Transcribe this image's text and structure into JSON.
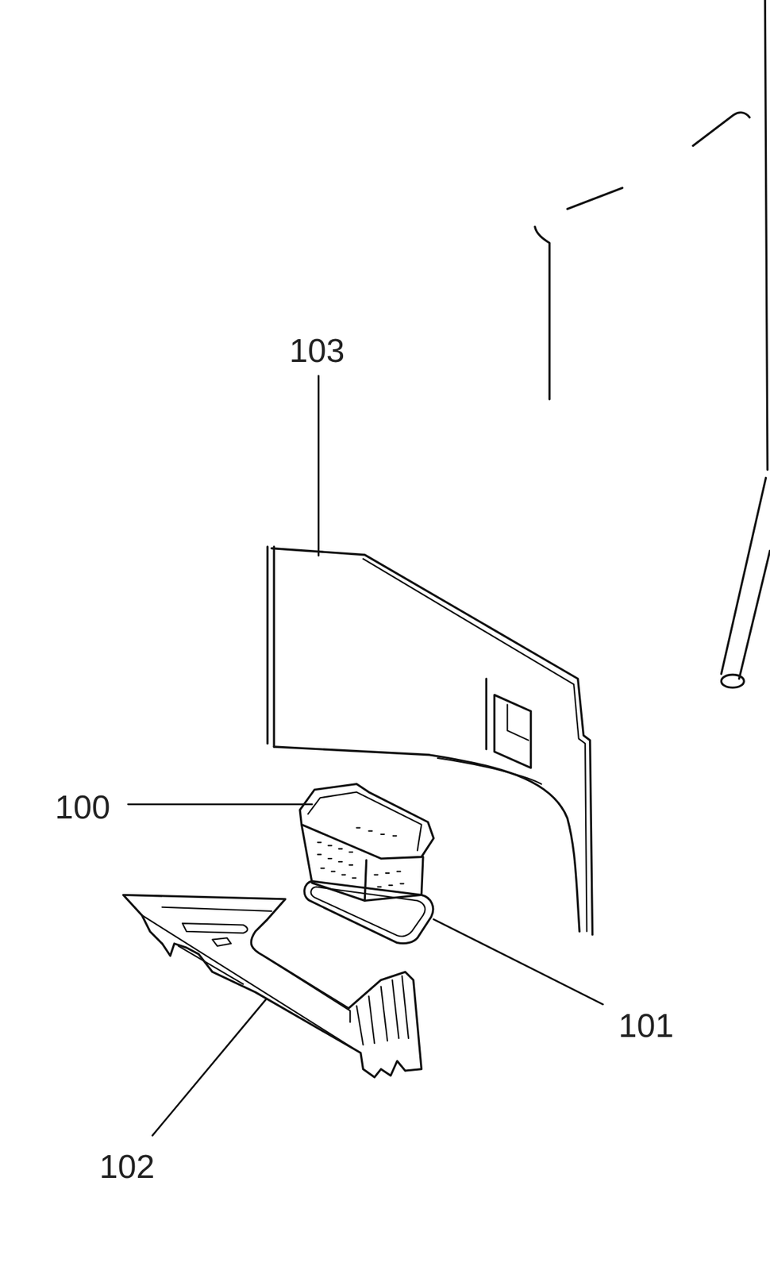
{
  "diagram": {
    "labels": [
      "103",
      "100",
      "101",
      "102"
    ]
  }
}
